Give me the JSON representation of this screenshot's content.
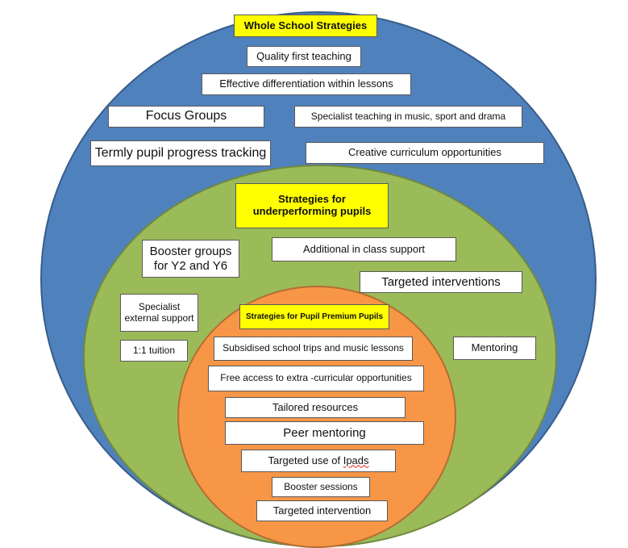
{
  "colors": {
    "outer_circle": "#4f81bd",
    "middle_circle": "#9bbb59",
    "inner_circle": "#f79646",
    "heading_fill": "#ffff00",
    "box_fill": "#ffffff"
  },
  "whole_school": {
    "title": "Whole School Strategies",
    "items": [
      "Quality first teaching",
      "Effective differentiation within lessons",
      "Focus Groups",
      "Specialist teaching in music, sport and drama",
      "Termly pupil progress tracking",
      "Creative curriculum opportunities"
    ]
  },
  "underperforming": {
    "title": "Strategies for underperforming pupils",
    "items": [
      "Booster groups for Y2 and Y6",
      "Additional in class support",
      "Targeted interventions",
      "Specialist external support",
      "1:1 tuition",
      "Mentoring"
    ]
  },
  "pupil_premium": {
    "title": "Strategies for Pupil Premium Pupils",
    "items": [
      "Subsidised school trips and music lessons",
      "Free access to extra -curricular opportunities",
      "Tailored resources",
      "Peer mentoring",
      "Booster sessions",
      "Targeted intervention"
    ],
    "ipads_prefix": "Targeted use of ",
    "ipads_word": "Ipads"
  }
}
